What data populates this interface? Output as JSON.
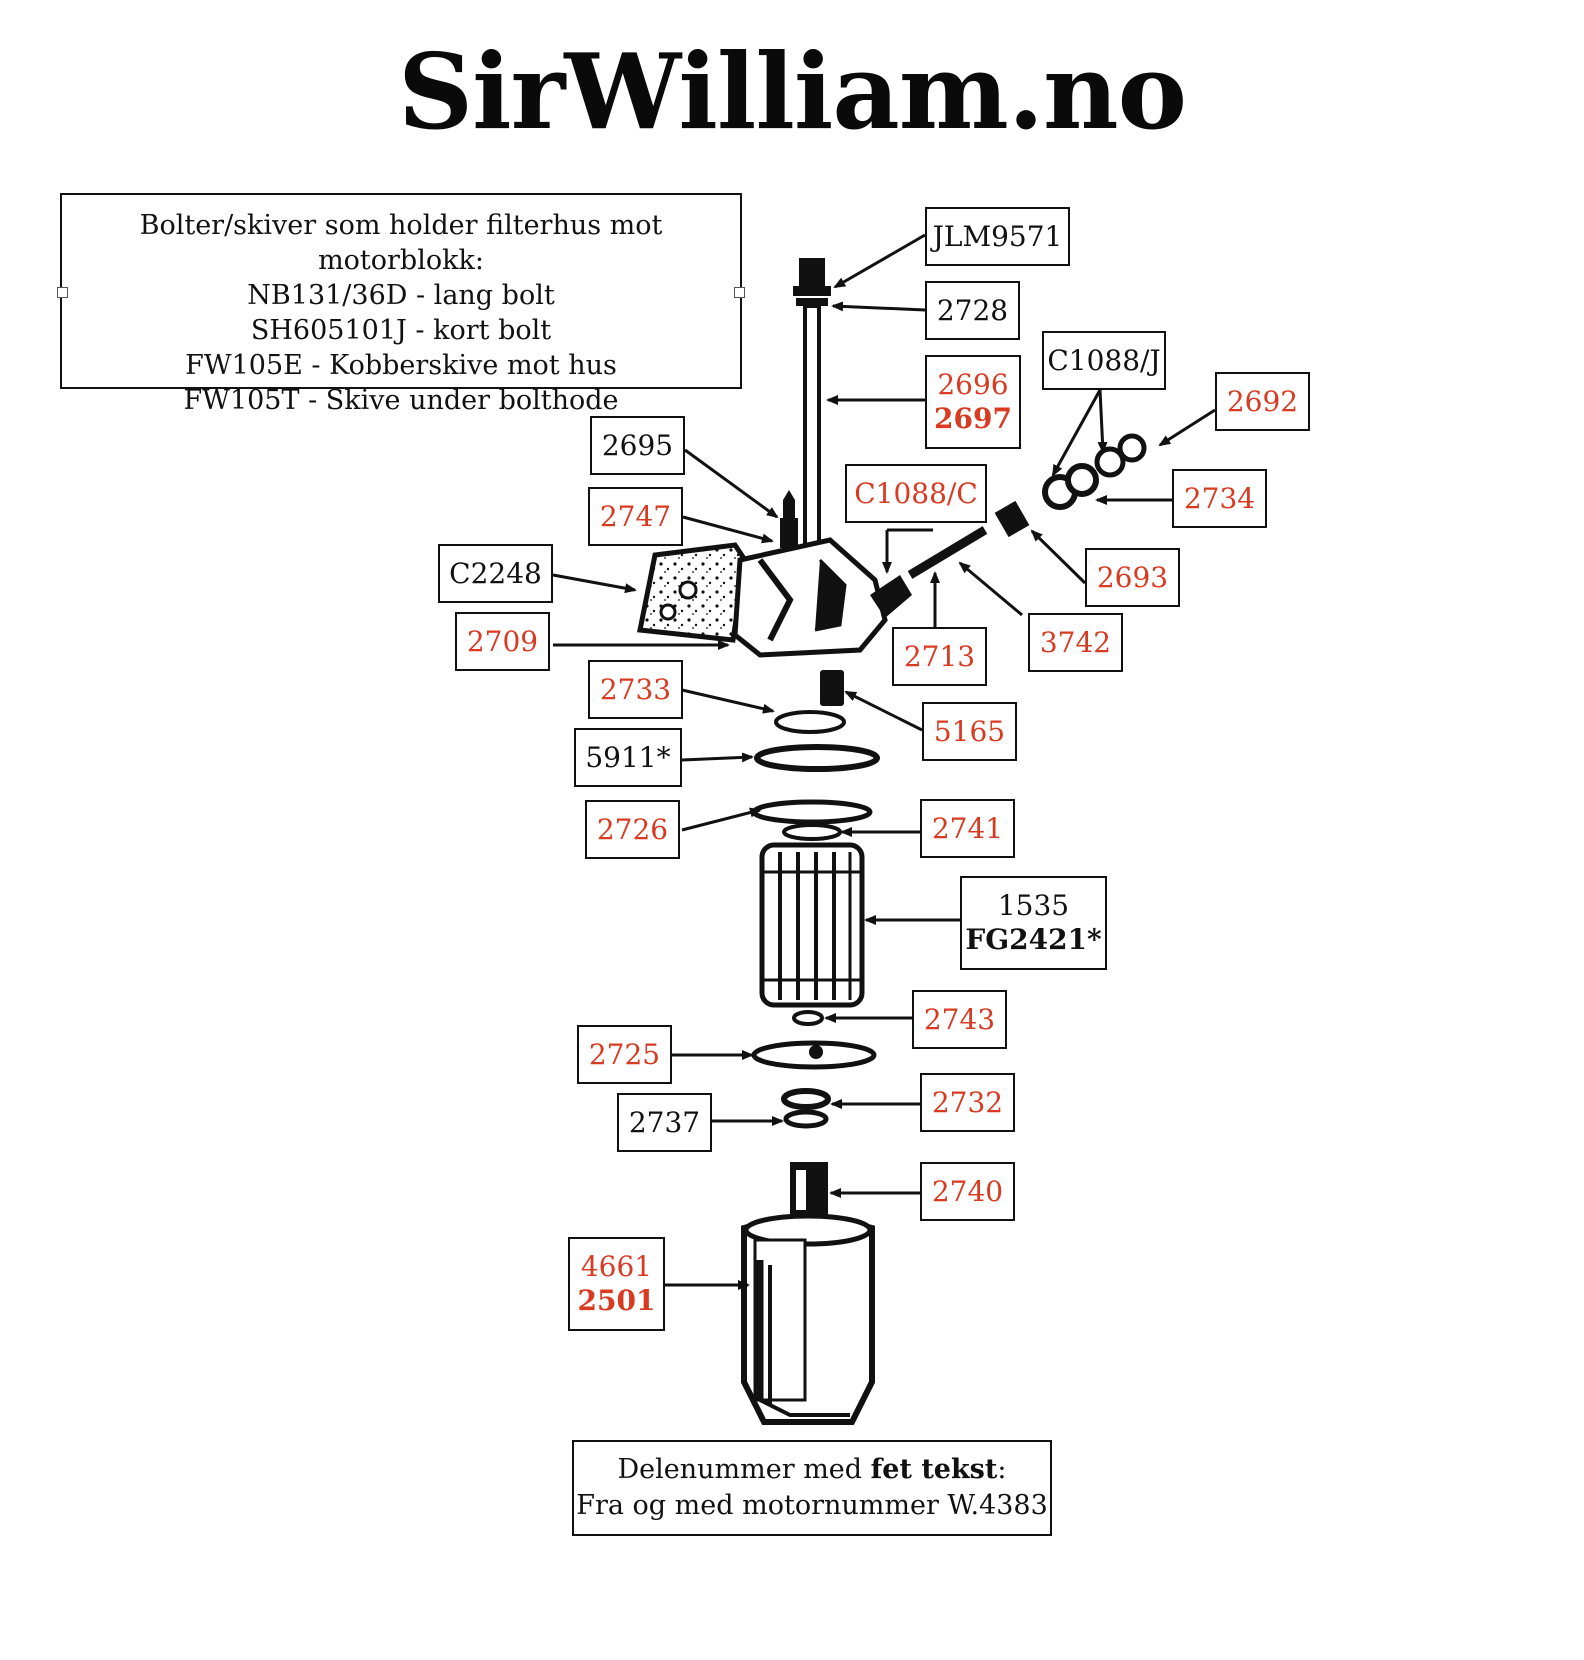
{
  "logo": "SirWilliam.no",
  "info_box": {
    "lines": [
      "Bolter/skiver som holder filterhus mot motorblokk:",
      "NB131/36D - lang bolt",
      "SH605101J - kort bolt",
      "FW105E - Kobberskive mot hus",
      "FW105T - Skive under bolthode"
    ]
  },
  "note_box": {
    "line1_prefix": "Delenummer med ",
    "line1_bold": "fet tekst",
    "line1_suffix": ":",
    "line2": "Fra og med motornummer W.4383"
  },
  "labels": {
    "jlm9571": [
      "JLM9571"
    ],
    "p2728": [
      "2728"
    ],
    "p2696": [
      "2696",
      "2697"
    ],
    "c1088j": [
      "C1088/J"
    ],
    "p2692": [
      "2692"
    ],
    "p2695": [
      "2695"
    ],
    "c1088c": [
      "C1088/C"
    ],
    "p2734": [
      "2734"
    ],
    "p2747": [
      "2747"
    ],
    "c2248": [
      "C2248"
    ],
    "p2693": [
      "2693"
    ],
    "p2709": [
      "2709"
    ],
    "p2713": [
      "2713"
    ],
    "p3742": [
      "3742"
    ],
    "p2733": [
      "2733"
    ],
    "p5165": [
      "5165"
    ],
    "p5911": [
      "5911*"
    ],
    "p2726": [
      "2726"
    ],
    "p2741": [
      "2741"
    ],
    "p1535": [
      "1535",
      "FG2421*"
    ],
    "p2743": [
      "2743"
    ],
    "p2725": [
      "2725"
    ],
    "p2732": [
      "2732"
    ],
    "p2737": [
      "2737"
    ],
    "p2740": [
      "2740"
    ],
    "p4661": [
      "4661",
      "2501"
    ]
  }
}
